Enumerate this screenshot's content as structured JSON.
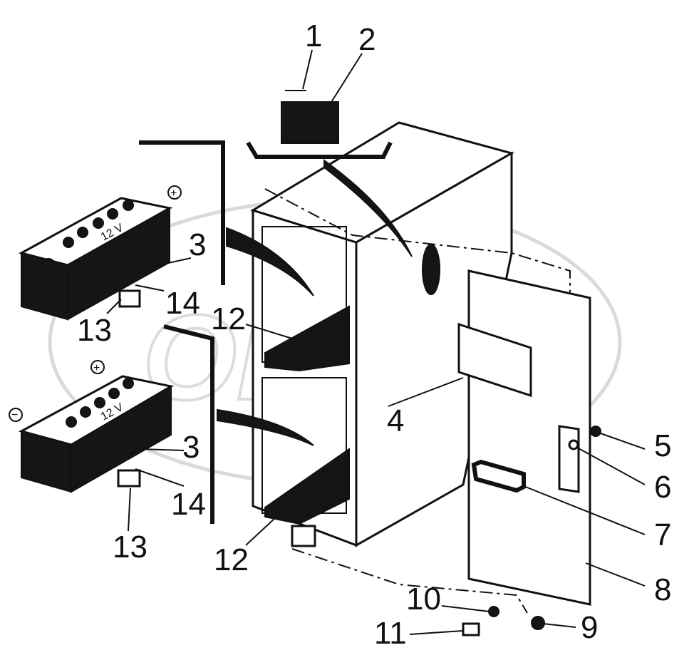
{
  "watermark": {
    "text": "OREX"
  },
  "battery_label": "12 V",
  "plus_sign": "+",
  "minus_sign": "−",
  "callouts": {
    "c1": "1",
    "c2": "2",
    "c3a": "3",
    "c3b": "3",
    "c4": "4",
    "c5": "5",
    "c6": "6",
    "c7": "7",
    "c8": "8",
    "c9": "9",
    "c10": "10",
    "c11": "11",
    "c12a": "12",
    "c12b": "12",
    "c13a": "13",
    "c13b": "13",
    "c14a": "14",
    "c14b": "14"
  }
}
